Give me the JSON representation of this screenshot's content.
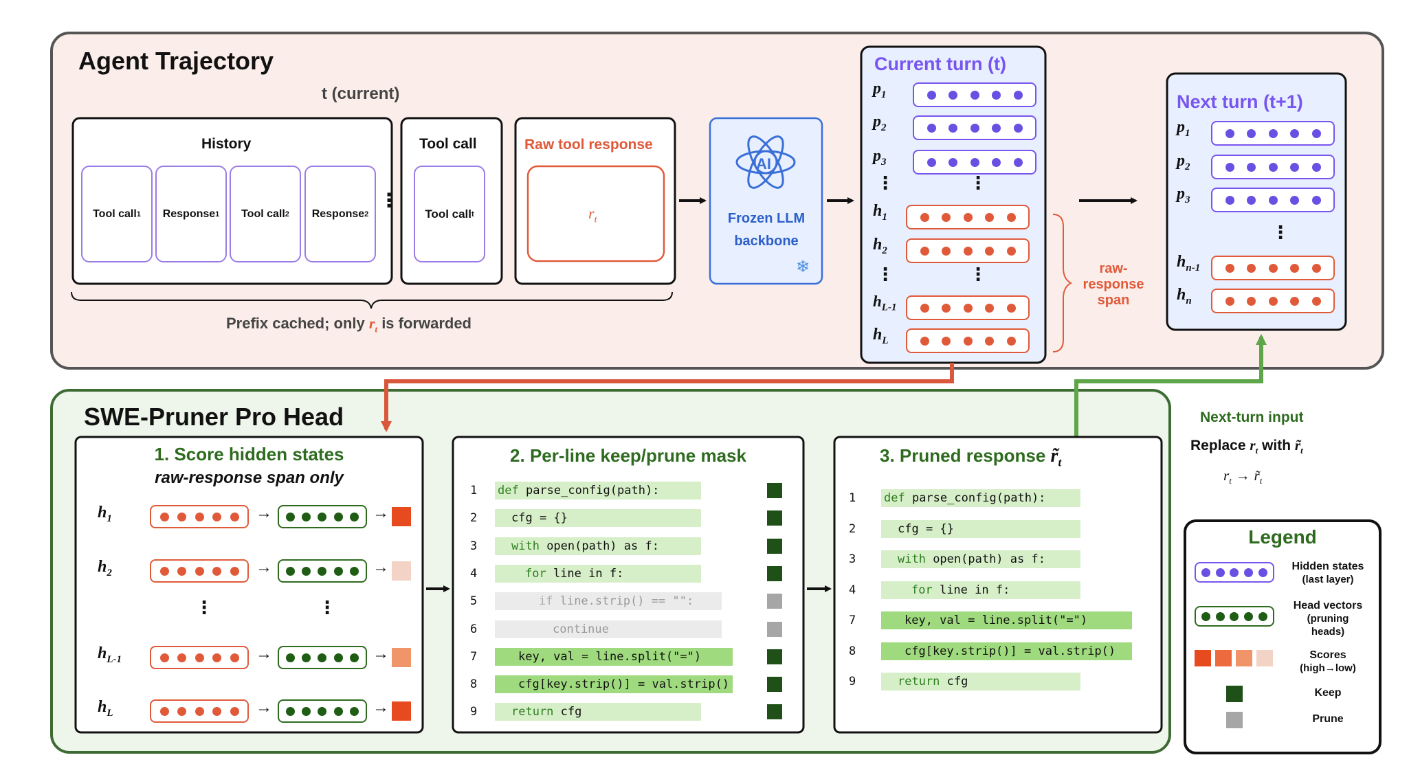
{
  "trajectory": {
    "title": "Agent Trajectory",
    "t_label": "t (current)",
    "history_title": "History",
    "history_items": [
      {
        "main": "Tool call",
        "sub": "1"
      },
      {
        "main": "Response",
        "sub": "1"
      },
      {
        "main": "Tool call",
        "sub": "2"
      },
      {
        "main": "Response",
        "sub": "2"
      }
    ],
    "toolcall_title": "Tool call",
    "toolcall_item": {
      "main": "Tool call",
      "sub": "t"
    },
    "raw_title": "Raw tool response",
    "raw_symbol": "r",
    "raw_sub": "t",
    "prefix_text_a": "Prefix cached; only",
    "prefix_symbol": "r",
    "prefix_sub": "t",
    "prefix_text_b": "is forwarded",
    "llm_line1": "Frozen LLM",
    "llm_line2": "backbone",
    "llm_icon_text": "AI",
    "snowflake": "❄",
    "current_title": "Current turn (t)",
    "current_rows": [
      {
        "sym": "p",
        "sub": "1",
        "kind": "p"
      },
      {
        "sym": "p",
        "sub": "2",
        "kind": "p"
      },
      {
        "sym": "p",
        "sub": "3",
        "kind": "p"
      },
      {
        "sym": "h",
        "sub": "1",
        "kind": "h"
      },
      {
        "sym": "h",
        "sub": "2",
        "kind": "h"
      },
      {
        "sym": "h",
        "sub": "L-1",
        "kind": "h"
      },
      {
        "sym": "h",
        "sub": "L",
        "kind": "h"
      }
    ],
    "span_label": [
      "raw-",
      "response",
      "span"
    ],
    "next_title": "Next turn (t+1)",
    "next_rows": [
      {
        "sym": "p",
        "sub": "1",
        "kind": "p"
      },
      {
        "sym": "p",
        "sub": "2",
        "kind": "p"
      },
      {
        "sym": "p",
        "sub": "3",
        "kind": "p"
      },
      {
        "sym": "h",
        "sub": "n-1",
        "kind": "h"
      },
      {
        "sym": "h",
        "sub": "n",
        "kind": "h"
      }
    ],
    "vdots": "⋮"
  },
  "head": {
    "title": "SWE-Pruner Pro Head",
    "score_title": "1. Score hidden states",
    "score_subtitle": "raw-response span only",
    "score_rows": [
      {
        "sym": "h",
        "sub": "1",
        "color": "#e84a1f"
      },
      {
        "sym": "h",
        "sub": "2",
        "color": "#f3d3c6"
      },
      {
        "sym": "h",
        "sub": "L-1",
        "color": "#f0946a"
      },
      {
        "sym": "h",
        "sub": "L",
        "color": "#e84a1f"
      }
    ],
    "mask_title": "2. Per-line keep/prune mask",
    "mask_lines": [
      {
        "n": "1",
        "kw": "def",
        "rest": " parse_config(path):",
        "indent": 0,
        "state": "keep"
      },
      {
        "n": "2",
        "kw": "",
        "rest": "cfg = {}",
        "indent": 1,
        "state": "keep"
      },
      {
        "n": "3",
        "kw": "with",
        "rest": " open(path) as f:",
        "indent": 1,
        "state": "keep"
      },
      {
        "n": "4",
        "kw": "for",
        "rest": " line in f:",
        "indent": 2,
        "state": "keep"
      },
      {
        "n": "5",
        "kw": "if",
        "rest": " line.strip() == \"\":",
        "indent": 3,
        "state": "prune"
      },
      {
        "n": "6",
        "kw": "",
        "rest": "continue",
        "indent": 4,
        "state": "prune"
      },
      {
        "n": "7",
        "kw": "",
        "rest": "key, val = line.split(\"=\")",
        "indent": 1.5,
        "state": "hot"
      },
      {
        "n": "8",
        "kw": "",
        "rest": "cfg[key.strip()] = val.strip()",
        "indent": 1.5,
        "state": "hot"
      },
      {
        "n": "9",
        "kw": "return",
        "rest": " cfg",
        "indent": 1,
        "state": "keep"
      }
    ],
    "pruned_title": "3. Pruned response",
    "pruned_symbol": "r̃",
    "pruned_sub": "t",
    "pruned_lines": [
      {
        "n": "1",
        "kw": "def",
        "rest": " parse_config(path):",
        "indent": 0,
        "state": "keep"
      },
      {
        "n": "2",
        "kw": "",
        "rest": "cfg = {}",
        "indent": 1,
        "state": "keep"
      },
      {
        "n": "3",
        "kw": "with",
        "rest": " open(path) as f:",
        "indent": 1,
        "state": "keep"
      },
      {
        "n": "4",
        "kw": "for",
        "rest": " line in f:",
        "indent": 2,
        "state": "keep"
      },
      {
        "n": "7",
        "kw": "",
        "rest": "key, val = line.split(\"=\")",
        "indent": 1.5,
        "state": "hot"
      },
      {
        "n": "8",
        "kw": "",
        "rest": "cfg[key.strip()] = val.strip()",
        "indent": 1.5,
        "state": "hot"
      },
      {
        "n": "9",
        "kw": "return",
        "rest": " cfg",
        "indent": 1,
        "state": "keep"
      }
    ]
  },
  "next_input": {
    "title": "Next-turn input",
    "replace_a": "Replace",
    "replace_sym1": "r",
    "replace_sub1": "t",
    "replace_b": "with",
    "replace_sym2": "r̃",
    "replace_sub2": "t",
    "arrow_sym1": "r",
    "arrow_sub1": "t",
    "arrow_sym2": "r̃",
    "arrow_sub2": "t"
  },
  "legend": {
    "title": "Legend",
    "hidden": [
      "Hidden states",
      "(last layer)"
    ],
    "head_vectors": [
      "Head vectors",
      "(pruning",
      "heads)"
    ],
    "scores": [
      "Scores",
      "(high→low)"
    ],
    "score_colors": [
      "#e84a1f",
      "#ec6a3e",
      "#f0946a",
      "#f3d3c6"
    ],
    "keep": "Keep",
    "prune": "Prune",
    "keep_color": "#1e5018",
    "prune_color": "#a6a6a6"
  },
  "colors": {
    "top_bg": "#fbeeea",
    "bottom_bg": "#eef5ea",
    "purple": "#7755ee",
    "red": "#e05a3a",
    "green": "#2e6b1f",
    "green_arrow": "#5fa64a"
  }
}
